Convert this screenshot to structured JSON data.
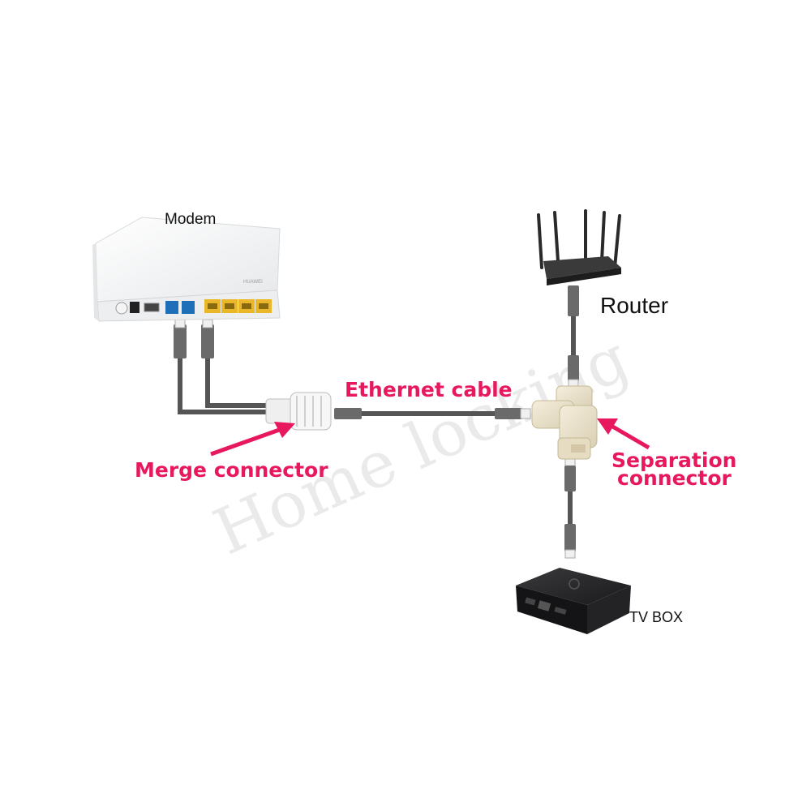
{
  "labels": {
    "modem": "Modem",
    "router": "Router",
    "tv_box": "TV BOX",
    "ethernet_cable": "Ethernet cable",
    "merge_connector": "Merge connector",
    "separation_connector_line1": "Separation",
    "separation_connector_line2": "connector"
  },
  "watermark": "Home locking",
  "colors": {
    "accent": "#e8185e",
    "cable": "#555555",
    "modem_body": "#f4f5f6",
    "yellow_port": "#e9b728",
    "blue_port": "#1e6fb8",
    "router_body": "#2a2a2a",
    "tvbox_body": "#1c1c1e",
    "connector": "#ece2cc",
    "watermark": "#dcdcdc"
  }
}
